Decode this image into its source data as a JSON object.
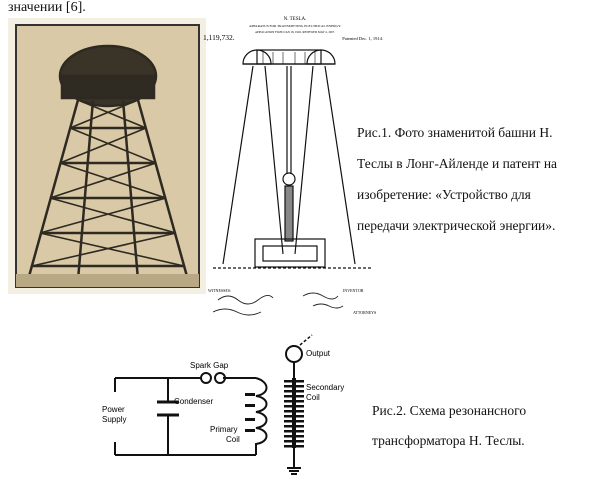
{
  "top_text": "значении [6].",
  "figure1": {
    "patent": {
      "inventor_name": "N. TESLA.",
      "title": "APPARATUS FOR TRANSMITTING ELECTRICAL ENERGY.",
      "application": "APPLICATION FILED JAN 18, 1902. RENEWED MAY 4, 1907.",
      "number": "1,119,732.",
      "patented": "Patented Dec. 1, 1914.",
      "witnesses": "WITNESSES:",
      "inventor_label": "INVENTOR",
      "attorneys": "ATTORNEYS"
    },
    "caption_lines": [
      "Рис.1. Фото знаменитой башни Н.",
      "Теслы в Лонг-Айленде  и патент на",
      "изобретение: «Устройство для",
      "передачи электрической энергии»."
    ]
  },
  "figure2": {
    "labels": {
      "spark_gap": "Spark Gap",
      "output": "Output",
      "secondary": "Secondary",
      "secondary2": "Coil",
      "condenser": "Condenser",
      "power": "Power",
      "power2": "Supply",
      "primary": "Primary",
      "primary2": "Coil"
    },
    "caption_lines": [
      "Рис.2. Схема резонансного",
      "трансформатора Н. Теслы."
    ]
  }
}
